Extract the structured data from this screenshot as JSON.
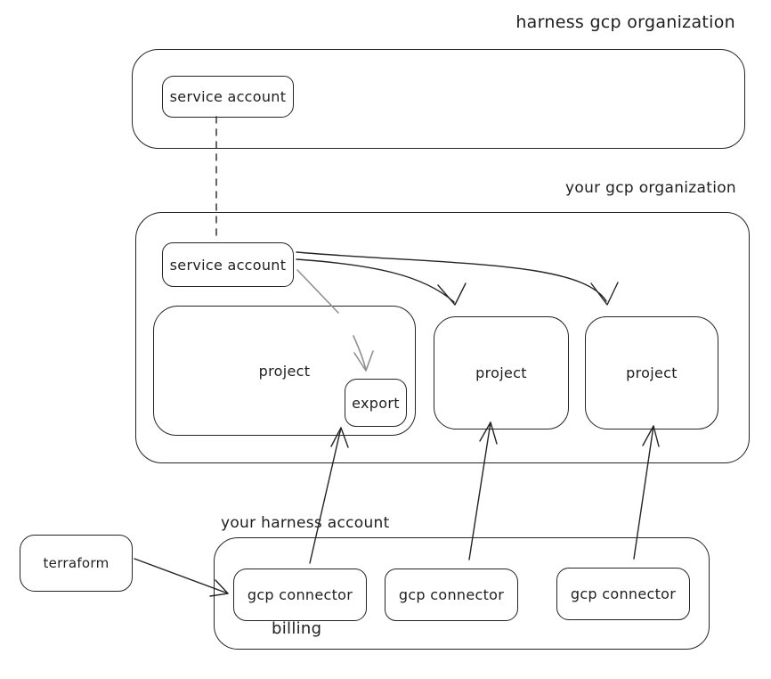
{
  "diagram": {
    "labels": {
      "harness_org": "harness gcp organization",
      "your_org": "your gcp organization",
      "your_harness_account": "your harness account",
      "billing": "billing"
    },
    "nodes": {
      "service_account_top": "service account",
      "service_account_org": "service account",
      "project1": "project",
      "project2": "project",
      "project3": "project",
      "export": "export",
      "terraform": "terraform",
      "gcp_connector1": "gcp connector",
      "gcp_connector2": "gcp connector",
      "gcp_connector3": "gcp connector"
    },
    "colors": {
      "stroke": "#242424",
      "muted_stroke": "#8f8f8f",
      "background": "#ffffff"
    }
  }
}
